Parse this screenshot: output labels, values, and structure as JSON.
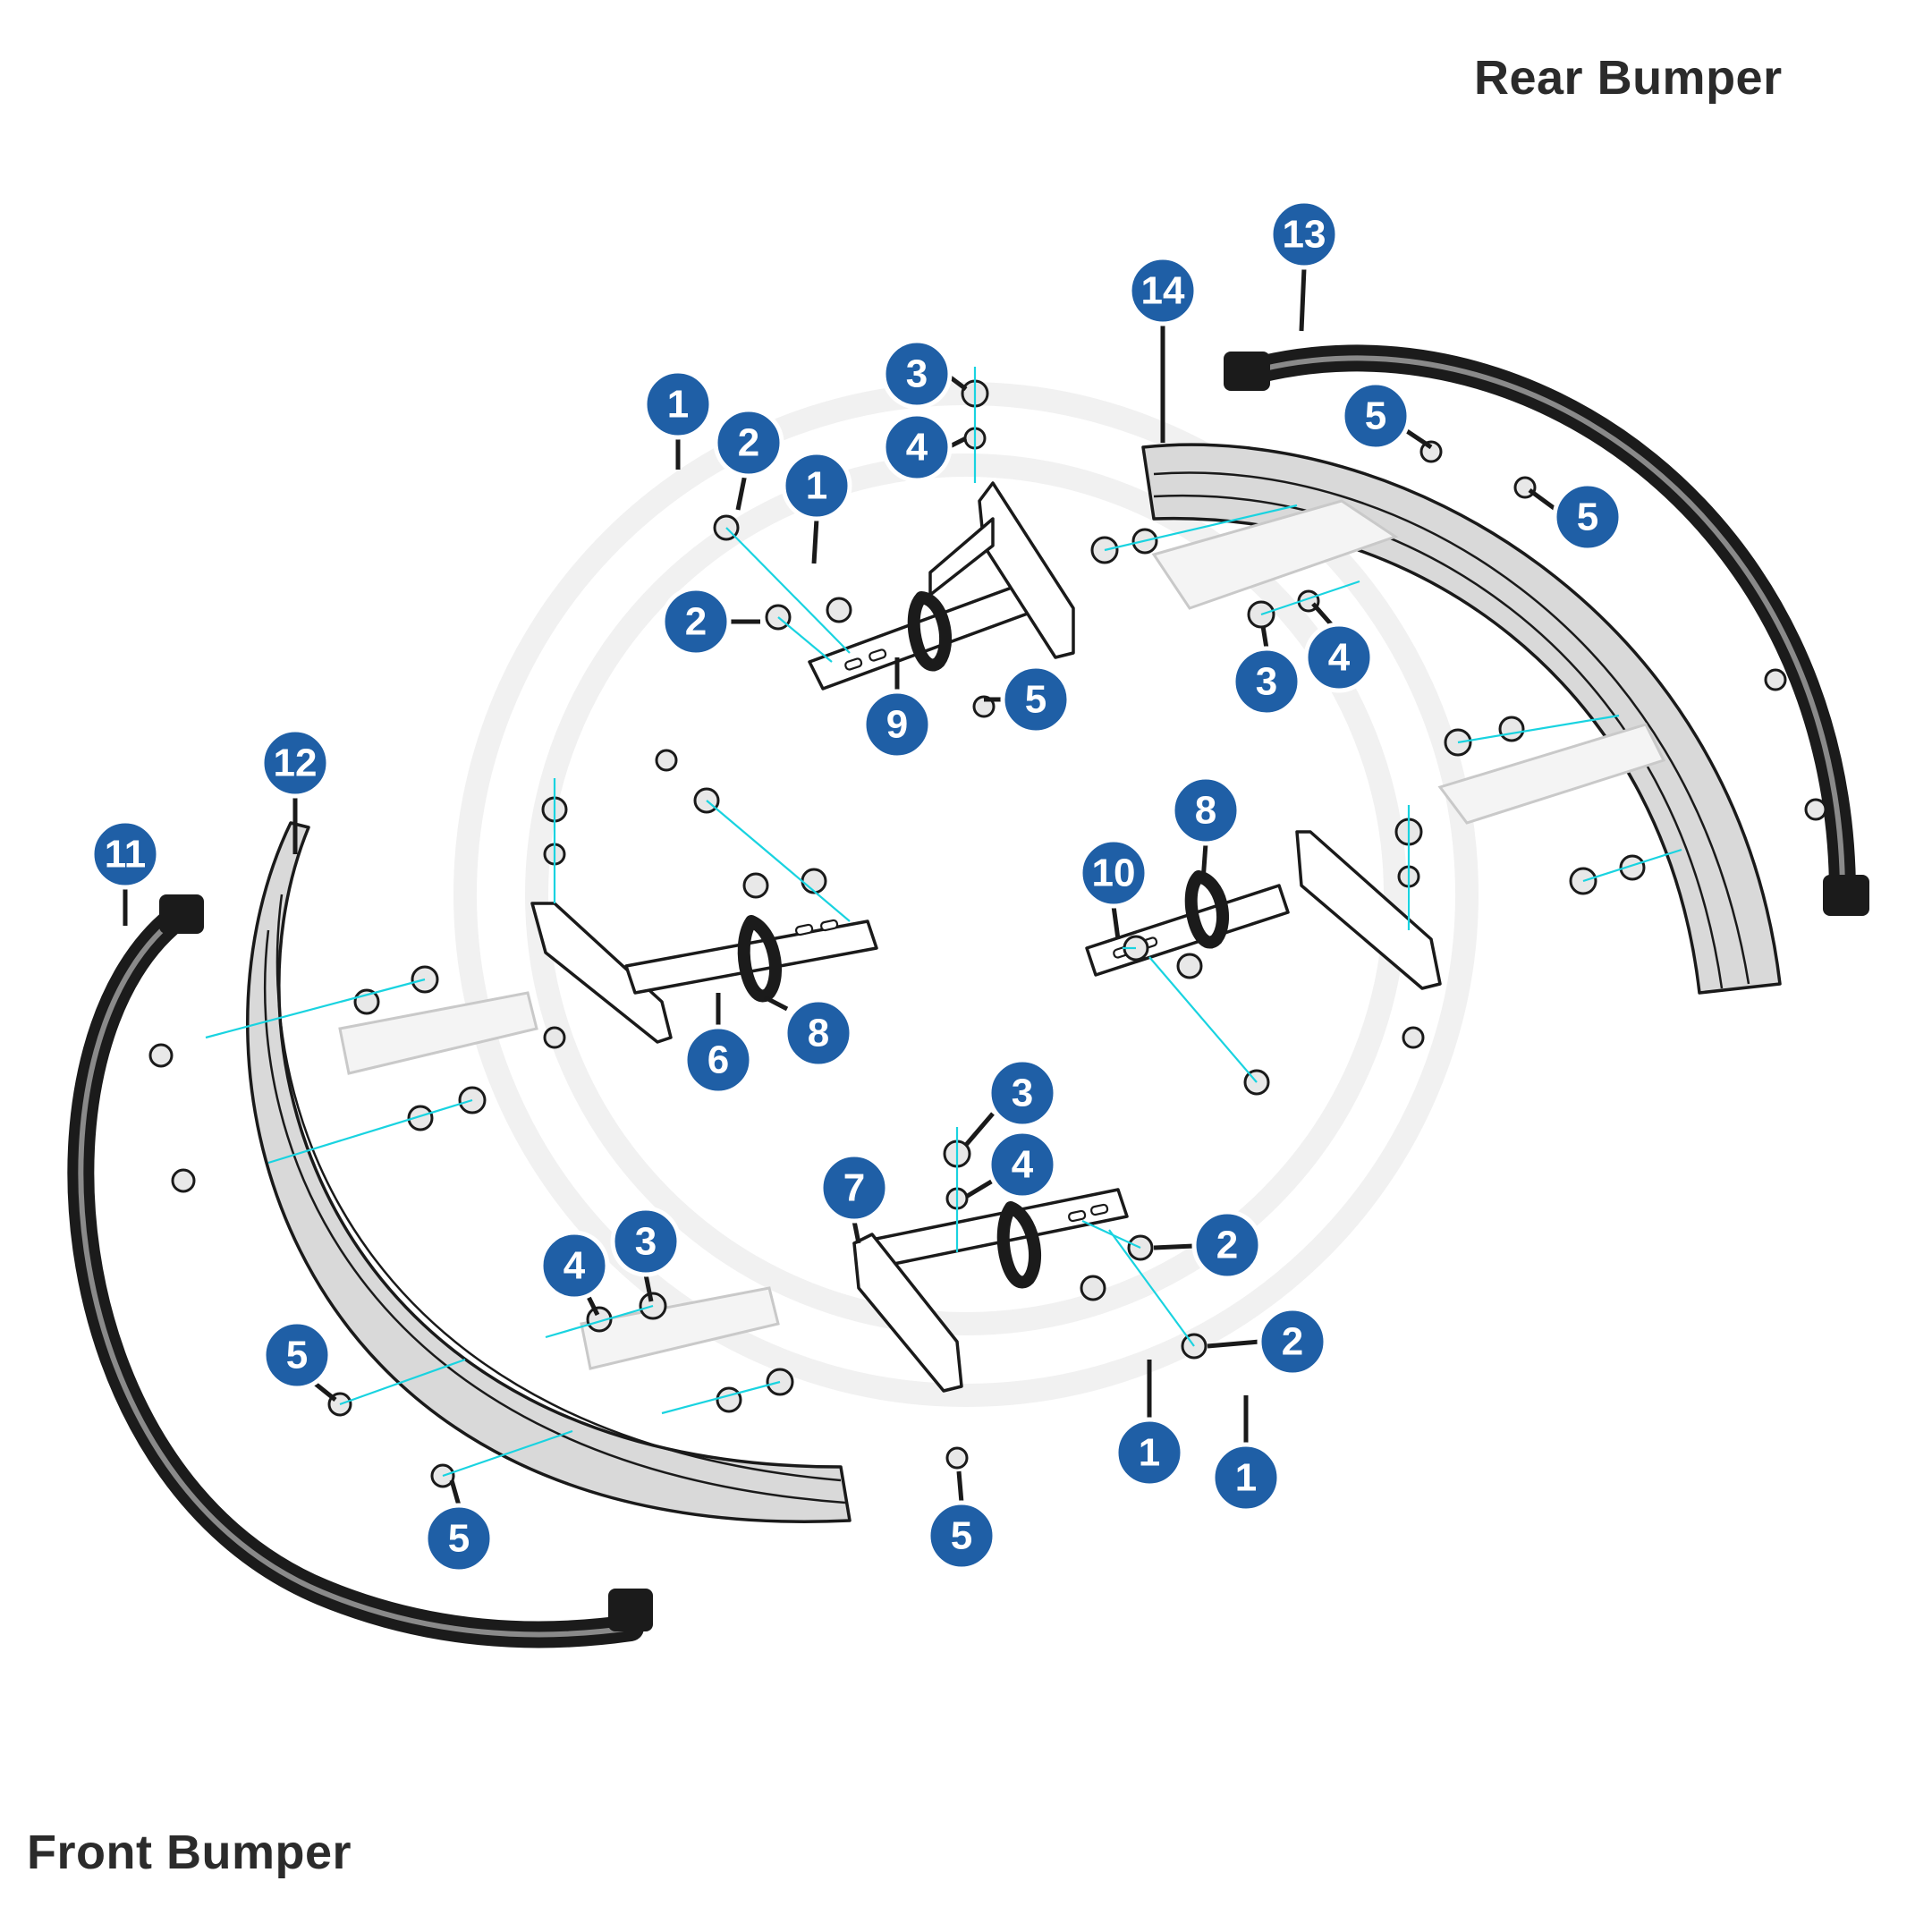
{
  "headings": {
    "rear": "Rear Bumper",
    "front": "Front Bumper"
  },
  "colors": {
    "callout": "#1f5fa6",
    "guide_line": "#19d3e0",
    "outline": "#1a1a1a",
    "rubber_strip": "#1b1b1b",
    "bumper_fill": "#d9d9d9"
  },
  "callouts": [
    "1",
    "2",
    "1",
    "2",
    "3",
    "4",
    "9",
    "5",
    "14",
    "13",
    "5",
    "5",
    "3",
    "4",
    "12",
    "11",
    "6",
    "8",
    "10",
    "8",
    "7",
    "3",
    "4",
    "2",
    "2",
    "1",
    "1",
    "5",
    "4",
    "3",
    "5",
    "5"
  ]
}
